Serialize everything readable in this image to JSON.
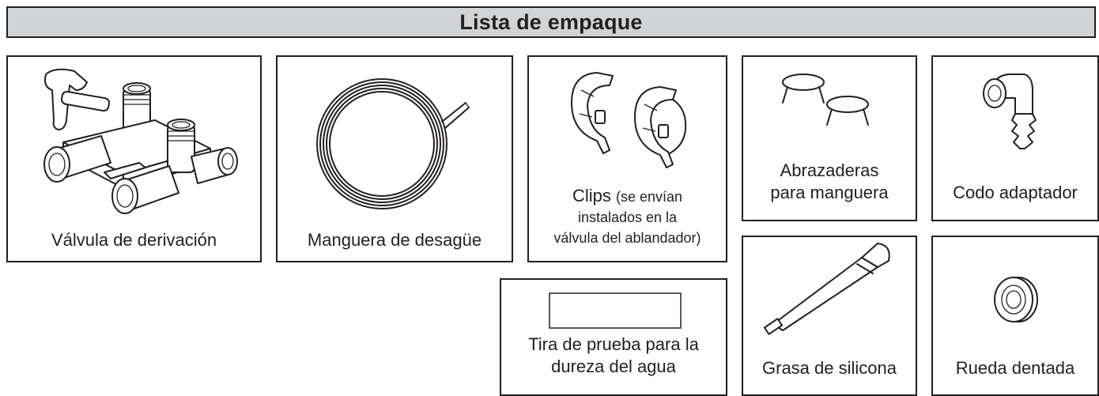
{
  "title": "Lista de empaque",
  "items": {
    "bypass_valve": {
      "label": "Válvula de derivación",
      "icon": "bypass-valve-icon"
    },
    "drain_hose": {
      "label": "Manguera de desagüe",
      "icon": "coiled-hose-icon"
    },
    "clips": {
      "label_main": "Clips",
      "label_note_1": "(se envían",
      "label_note_2": "instalados en la",
      "label_note_3": "válvula del ablandador)",
      "icon": "clips-icon"
    },
    "hose_clamps": {
      "label_1": "Abrazaderas",
      "label_2": "para manguera",
      "icon": "hose-clamps-icon"
    },
    "elbow_adapter": {
      "label": "Codo adaptador",
      "icon": "elbow-adapter-icon"
    },
    "test_strip": {
      "label_1": "Tira de prueba para la",
      "label_2": "dureza del agua",
      "icon": "test-strip-icon"
    },
    "silicone_grease": {
      "label": "Grasa de silicona",
      "icon": "grease-tube-icon"
    },
    "gear": {
      "label": "Rueda dentada",
      "icon": "gear-wheel-icon"
    }
  },
  "colors": {
    "header_bg": "#d1d3d4",
    "stroke": "#231f20"
  }
}
